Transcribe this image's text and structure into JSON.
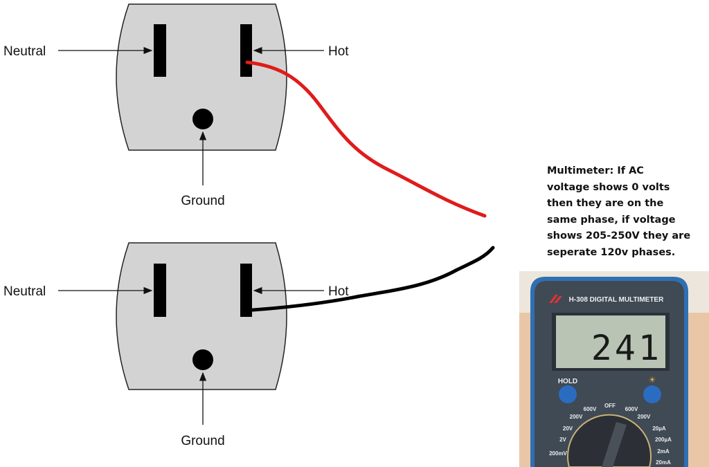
{
  "outlets": [
    {
      "neutral_label": "Neutral",
      "hot_label": "Hot",
      "ground_label": "Ground"
    },
    {
      "neutral_label": "Neutral",
      "hot_label": "Hot",
      "ground_label": "Ground"
    }
  ],
  "note": {
    "lines": [
      "Multimeter: If AC",
      "voltage shows 0 volts",
      "then they are on the",
      "same phase, if voltage",
      "shows 205-250V they are",
      "seperate 120v phases."
    ]
  },
  "multimeter": {
    "model": "H-308 DIGITAL MULTIMETER",
    "reading": "241",
    "hold_label": "HOLD",
    "dial_labels": [
      "OFF",
      "600V",
      "600V",
      "200V",
      "200V",
      "20V",
      "2V",
      "200mV",
      "20µA",
      "200µA",
      "2mA",
      "20mA"
    ]
  },
  "colors": {
    "outlet": "#d3d3d3",
    "hot_wire": "#e01b1b",
    "return_wire": "#000000",
    "meter_body": "#3f4a55",
    "meter_trim": "#2f6fb3",
    "lcd": "#b9c4b4"
  }
}
